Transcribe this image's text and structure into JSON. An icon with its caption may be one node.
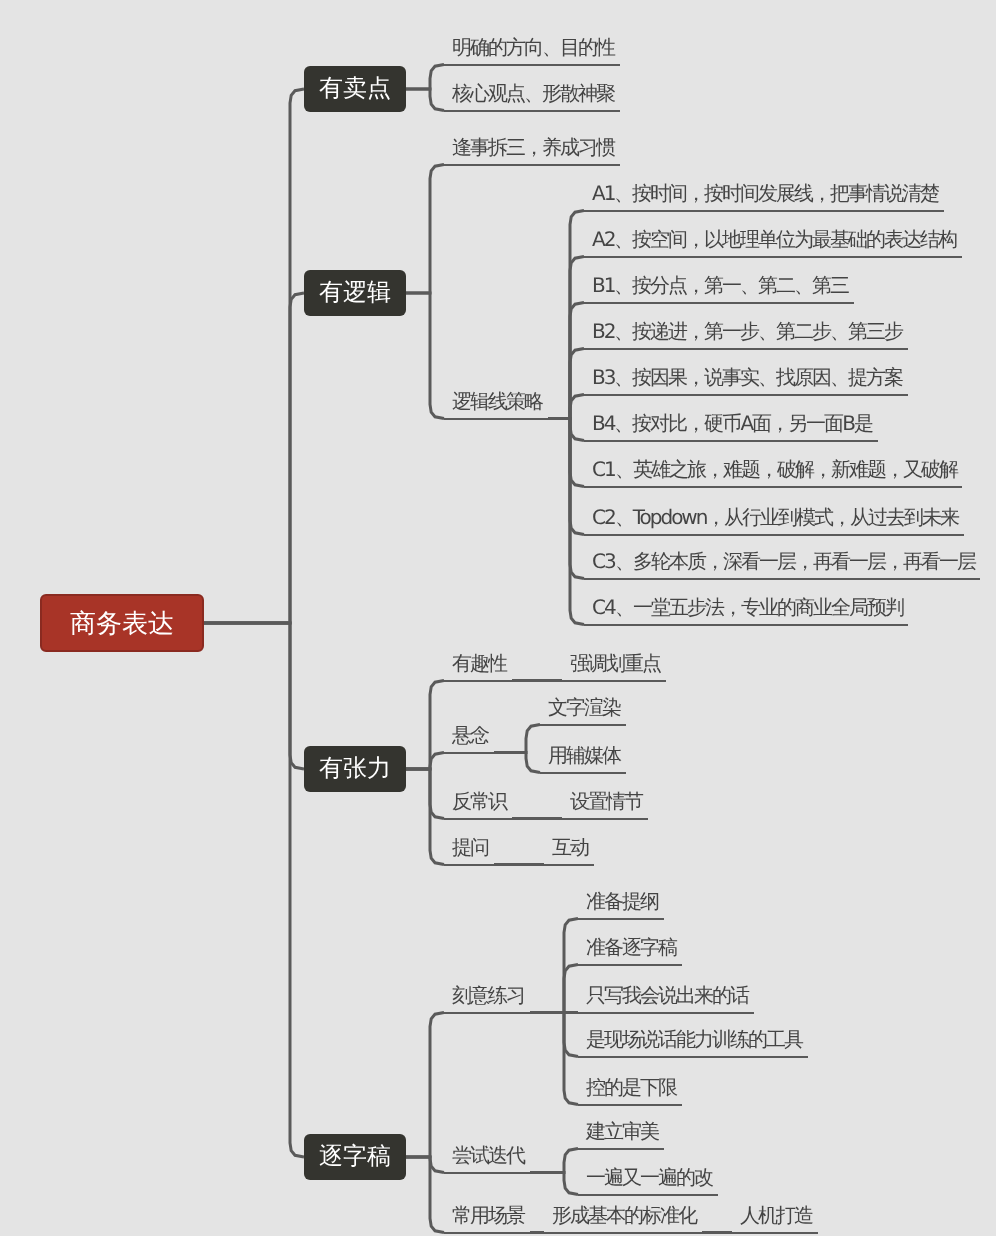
{
  "diagram": {
    "nodes": [
      {
        "text": [
          "商务表达"
        ]
      },
      {
        "text": [
          "有卖点"
        ]
      },
      {
        "text": [
          "明确的方向、目的性"
        ]
      },
      {
        "text": [
          "核心观点、形散神聚"
        ]
      },
      {
        "text": [
          "有逻辑"
        ]
      },
      {
        "text": [
          "逢事拆三，养成习惯"
        ]
      },
      {
        "text": [
          "逻辑线策略"
        ]
      },
      {
        "text": [
          "A1、按时间，按时间发展线，把事情说清楚"
        ]
      },
      {
        "text": [
          "A2、按空间，以地理单位为最基础的表达结构"
        ]
      },
      {
        "text": [
          "B1、按分点，第一、第二、第三"
        ]
      },
      {
        "text": [
          "B2、按递进，第一步、第二步、第三步"
        ]
      },
      {
        "text": [
          "B3、按因果，说事实、找原因、提方案"
        ]
      },
      {
        "text": [
          "B4、按对比，硬币A面，另一面B是"
        ]
      },
      {
        "text": [
          "C1、英雄之旅，难题，破解，新难题，又破解"
        ]
      },
      {
        "text": [
          "C2、Topdown，从行业到模式，从过去到未来"
        ]
      },
      {
        "text": [
          "C3、多轮本质，深看一层，再看一层，再看一层"
        ]
      },
      {
        "text": [
          "C4、一堂五步法，专业的商业全局预判"
        ]
      },
      {
        "text": [
          "有张力"
        ]
      },
      {
        "text": [
          "有趣性"
        ]
      },
      {
        "text": [
          "强调划重点"
        ]
      },
      {
        "text": [
          "悬念"
        ]
      },
      {
        "text": [
          "文字渲染"
        ]
      },
      {
        "text": [
          "用辅媒体"
        ]
      },
      {
        "text": [
          "反常识"
        ]
      },
      {
        "text": [
          "设置情节"
        ]
      },
      {
        "text": [
          "提问"
        ]
      },
      {
        "text": [
          "互动"
        ]
      },
      {
        "text": [
          "逐字稿"
        ]
      },
      {
        "text": [
          "刻意练习"
        ]
      },
      {
        "text": [
          "准备提纲"
        ]
      },
      {
        "text": [
          "准备逐字稿"
        ]
      },
      {
        "text": [
          "只写我会说出来的话"
        ]
      },
      {
        "text": [
          "是现场说话能力训练的工具"
        ]
      },
      {
        "text": [
          "控的是下限"
        ]
      },
      {
        "text": [
          "尝试迭代"
        ]
      },
      {
        "text": [
          "建立审美"
        ]
      },
      {
        "text": [
          "一遍又一遍的改"
        ]
      },
      {
        "text": [
          "常用场景"
        ]
      },
      {
        "text": [
          "形成基本的标准化"
        ]
      },
      {
        "text": [
          "人机打造"
        ]
      }
    ],
    "edges": [
      {
        "from": 0,
        "to": 1,
        "arrow": "none"
      },
      {
        "from": 0,
        "to": 4,
        "arrow": "none"
      },
      {
        "from": 0,
        "to": 17,
        "arrow": "none"
      },
      {
        "from": 0,
        "to": 27,
        "arrow": "none"
      },
      {
        "from": 1,
        "to": 2,
        "arrow": "none"
      },
      {
        "from": 1,
        "to": 3,
        "arrow": "none"
      },
      {
        "from": 4,
        "to": 5,
        "arrow": "none"
      },
      {
        "from": 4,
        "to": 6,
        "arrow": "none"
      },
      {
        "from": 6,
        "to": 7,
        "arrow": "none"
      },
      {
        "from": 6,
        "to": 8,
        "arrow": "none"
      },
      {
        "from": 6,
        "to": 9,
        "arrow": "none"
      },
      {
        "from": 6,
        "to": 10,
        "arrow": "none"
      },
      {
        "from": 6,
        "to": 11,
        "arrow": "none"
      },
      {
        "from": 6,
        "to": 12,
        "arrow": "none"
      },
      {
        "from": 6,
        "to": 13,
        "arrow": "none"
      },
      {
        "from": 6,
        "to": 14,
        "arrow": "none"
      },
      {
        "from": 6,
        "to": 15,
        "arrow": "none"
      },
      {
        "from": 6,
        "to": 16,
        "arrow": "none"
      },
      {
        "from": 17,
        "to": 18,
        "arrow": "none"
      },
      {
        "from": 18,
        "to": 19,
        "arrow": "none"
      },
      {
        "from": 17,
        "to": 20,
        "arrow": "none"
      },
      {
        "from": 20,
        "to": 21,
        "arrow": "none"
      },
      {
        "from": 20,
        "to": 22,
        "arrow": "none"
      },
      {
        "from": 17,
        "to": 23,
        "arrow": "none"
      },
      {
        "from": 23,
        "to": 24,
        "arrow": "none"
      },
      {
        "from": 17,
        "to": 25,
        "arrow": "none"
      },
      {
        "from": 25,
        "to": 26,
        "arrow": "none"
      },
      {
        "from": 27,
        "to": 28,
        "arrow": "none"
      },
      {
        "from": 28,
        "to": 29,
        "arrow": "none"
      },
      {
        "from": 28,
        "to": 30,
        "arrow": "none"
      },
      {
        "from": 28,
        "to": 31,
        "arrow": "none"
      },
      {
        "from": 28,
        "to": 32,
        "arrow": "none"
      },
      {
        "from": 28,
        "to": 33,
        "arrow": "none"
      },
      {
        "from": 27,
        "to": 34,
        "arrow": "none"
      },
      {
        "from": 34,
        "to": 35,
        "arrow": "none"
      },
      {
        "from": 34,
        "to": 36,
        "arrow": "none"
      },
      {
        "from": 27,
        "to": 37,
        "arrow": "none"
      },
      {
        "from": 37,
        "to": 38,
        "arrow": "none"
      },
      {
        "from": 38,
        "to": 39,
        "arrow": "none"
      }
    ]
  }
}
